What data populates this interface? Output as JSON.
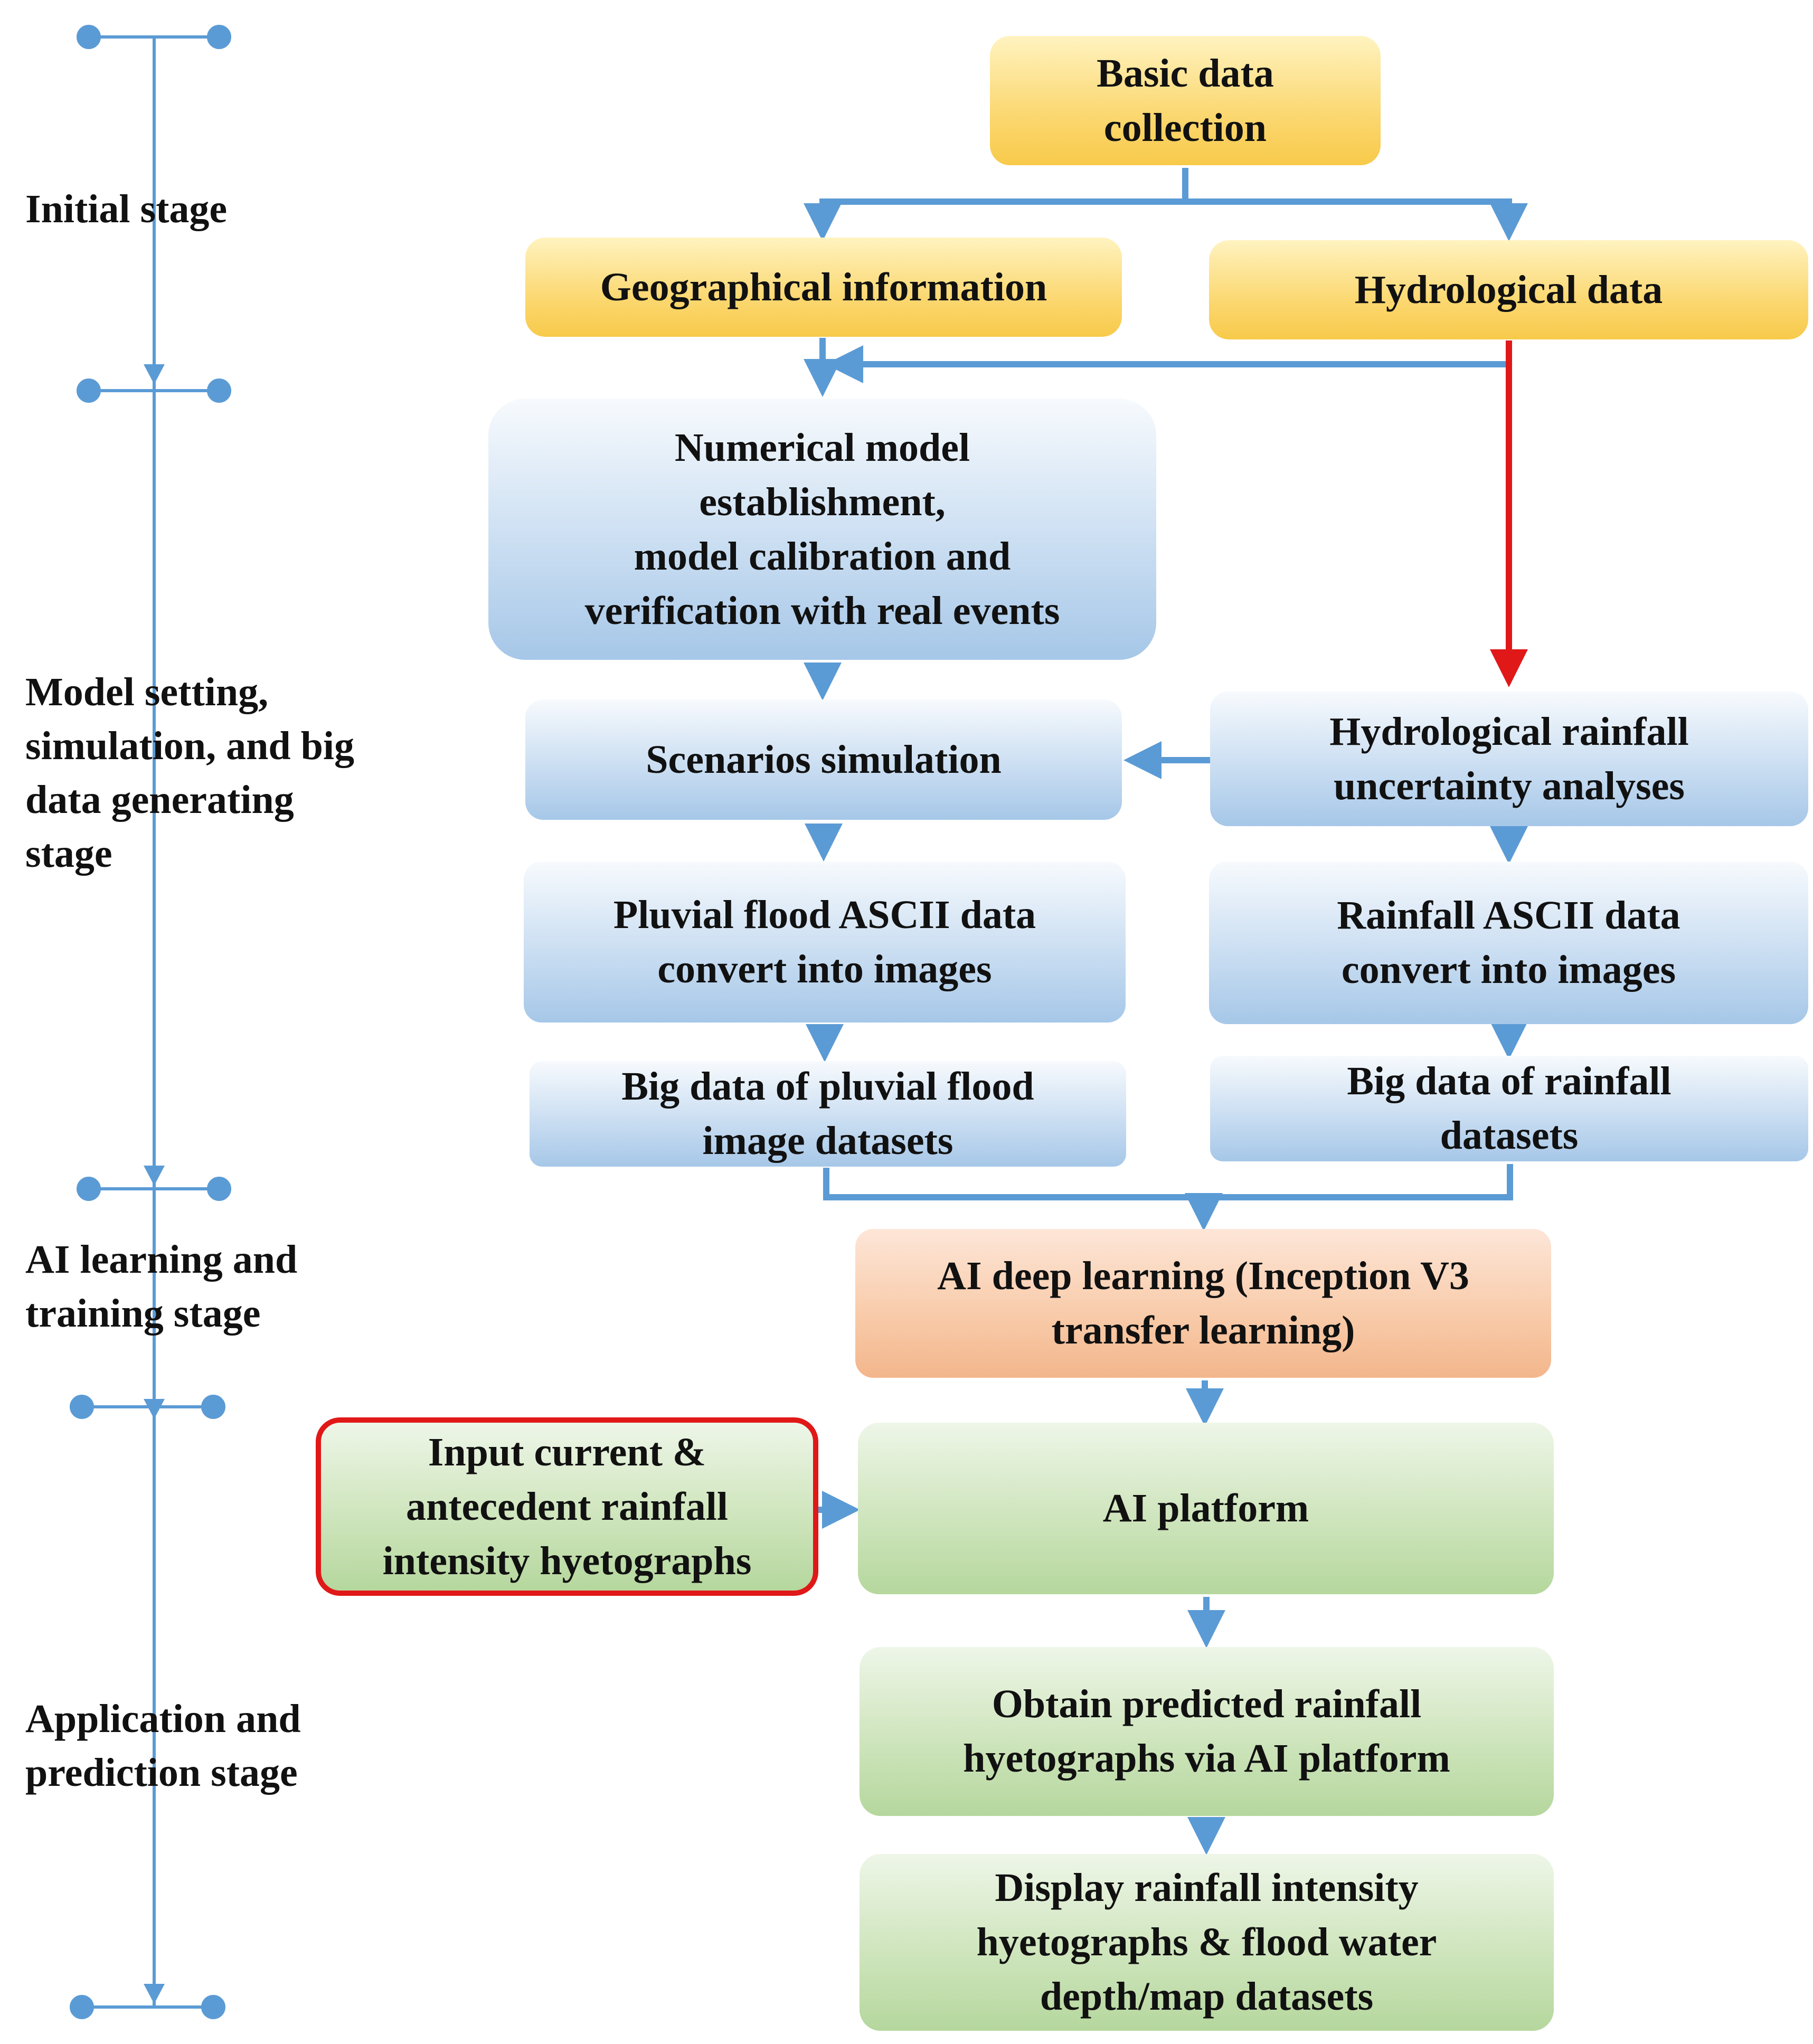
{
  "colors": {
    "connector": "#5b9bd5",
    "highlight_arrow": "#e01818",
    "timeline": "#5b9bd5"
  },
  "stages": {
    "initial": "Initial stage",
    "model": "Model setting,\nsimulation, and big\ndata generating\nstage",
    "ai": "AI learning and\ntraining stage",
    "application": "Application and\nprediction stage"
  },
  "boxes": {
    "basic_data": "Basic data\ncollection",
    "geo_info": "Geographical information",
    "hydro_data": "Hydrological data",
    "numerical_model": "Numerical model\nestablishment,\nmodel calibration and\nverification with real events",
    "scenarios": "Scenarios simulation",
    "hydro_rainfall": "Hydrological rainfall\nuncertainty analyses",
    "pluvial_ascii": "Pluvial flood ASCII data\nconvert into images",
    "rainfall_ascii": "Rainfall ASCII data\nconvert into images",
    "big_pluvial": "Big data of pluvial flood\nimage datasets",
    "big_rainfall": "Big data of rainfall\ndatasets",
    "ai_deep": "AI deep learning (Inception V3\ntransfer learning)",
    "input_current": "Input current  &\nantecedent rainfall\nintensity hyetographs",
    "ai_platform": "AI platform",
    "obtain_predicted": "Obtain predicted rainfall\nhyetographs via AI platform",
    "display": "Display rainfall intensity\nhyetographs & flood water\ndepth/map datasets"
  }
}
